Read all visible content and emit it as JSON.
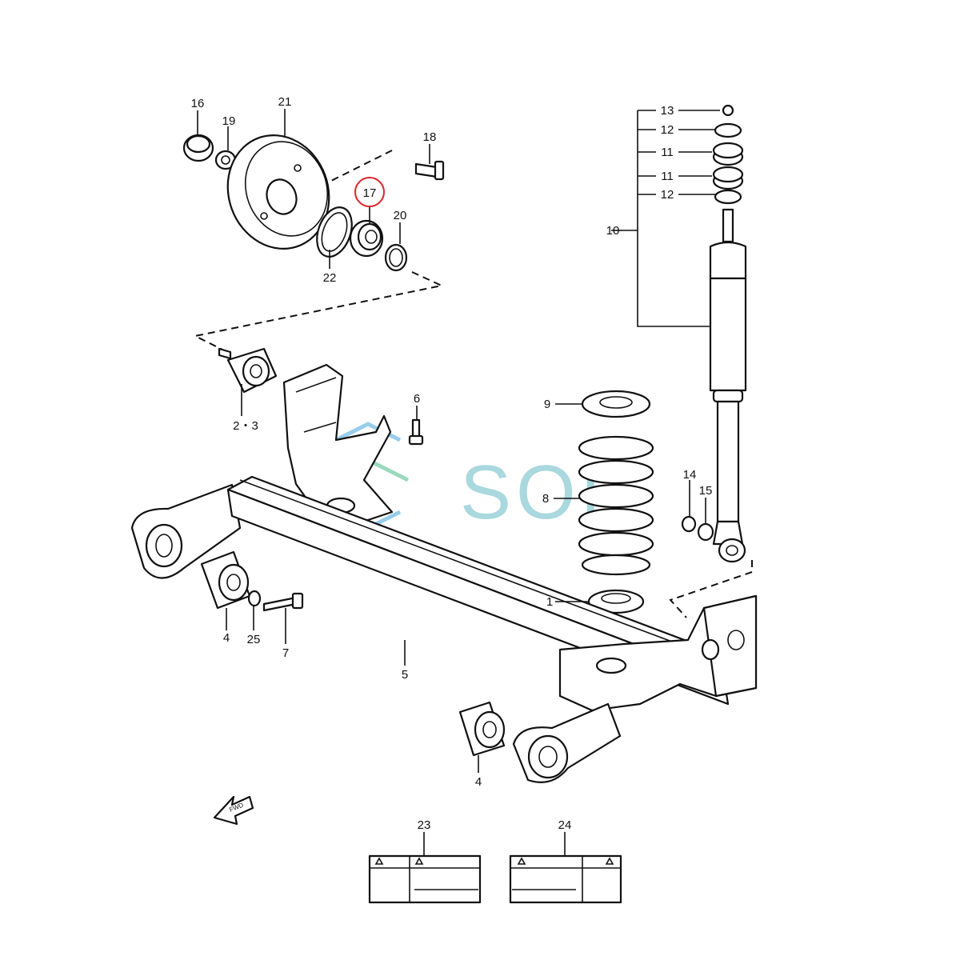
{
  "callouts": {
    "c16": "16",
    "c19": "19",
    "c21": "21",
    "c18": "18",
    "c17": "17",
    "c20": "20",
    "c22": "22",
    "c13": "13",
    "c12a": "12",
    "c11a": "11",
    "c11b": "11",
    "c12b": "12",
    "c10": "10",
    "c23": "2・3",
    "c6": "6",
    "c9": "9",
    "c8": "8",
    "c14": "14",
    "c15": "15",
    "c1": "1",
    "c4a": "4",
    "c25": "25",
    "c7": "7",
    "c5": "5",
    "c4b": "4",
    "c23label": "23",
    "c24label": "24"
  },
  "highlight": {
    "callout": "17",
    "color": "#d9262b"
  },
  "watermark": {
    "text": "SOL",
    "color": "#a9d8de",
    "accent_colors": [
      "#2d9bd6",
      "#3ab27a"
    ]
  },
  "fwd_arrow": {
    "text": "FWD"
  },
  "colors": {
    "line": "#111111",
    "background": "#ffffff"
  }
}
